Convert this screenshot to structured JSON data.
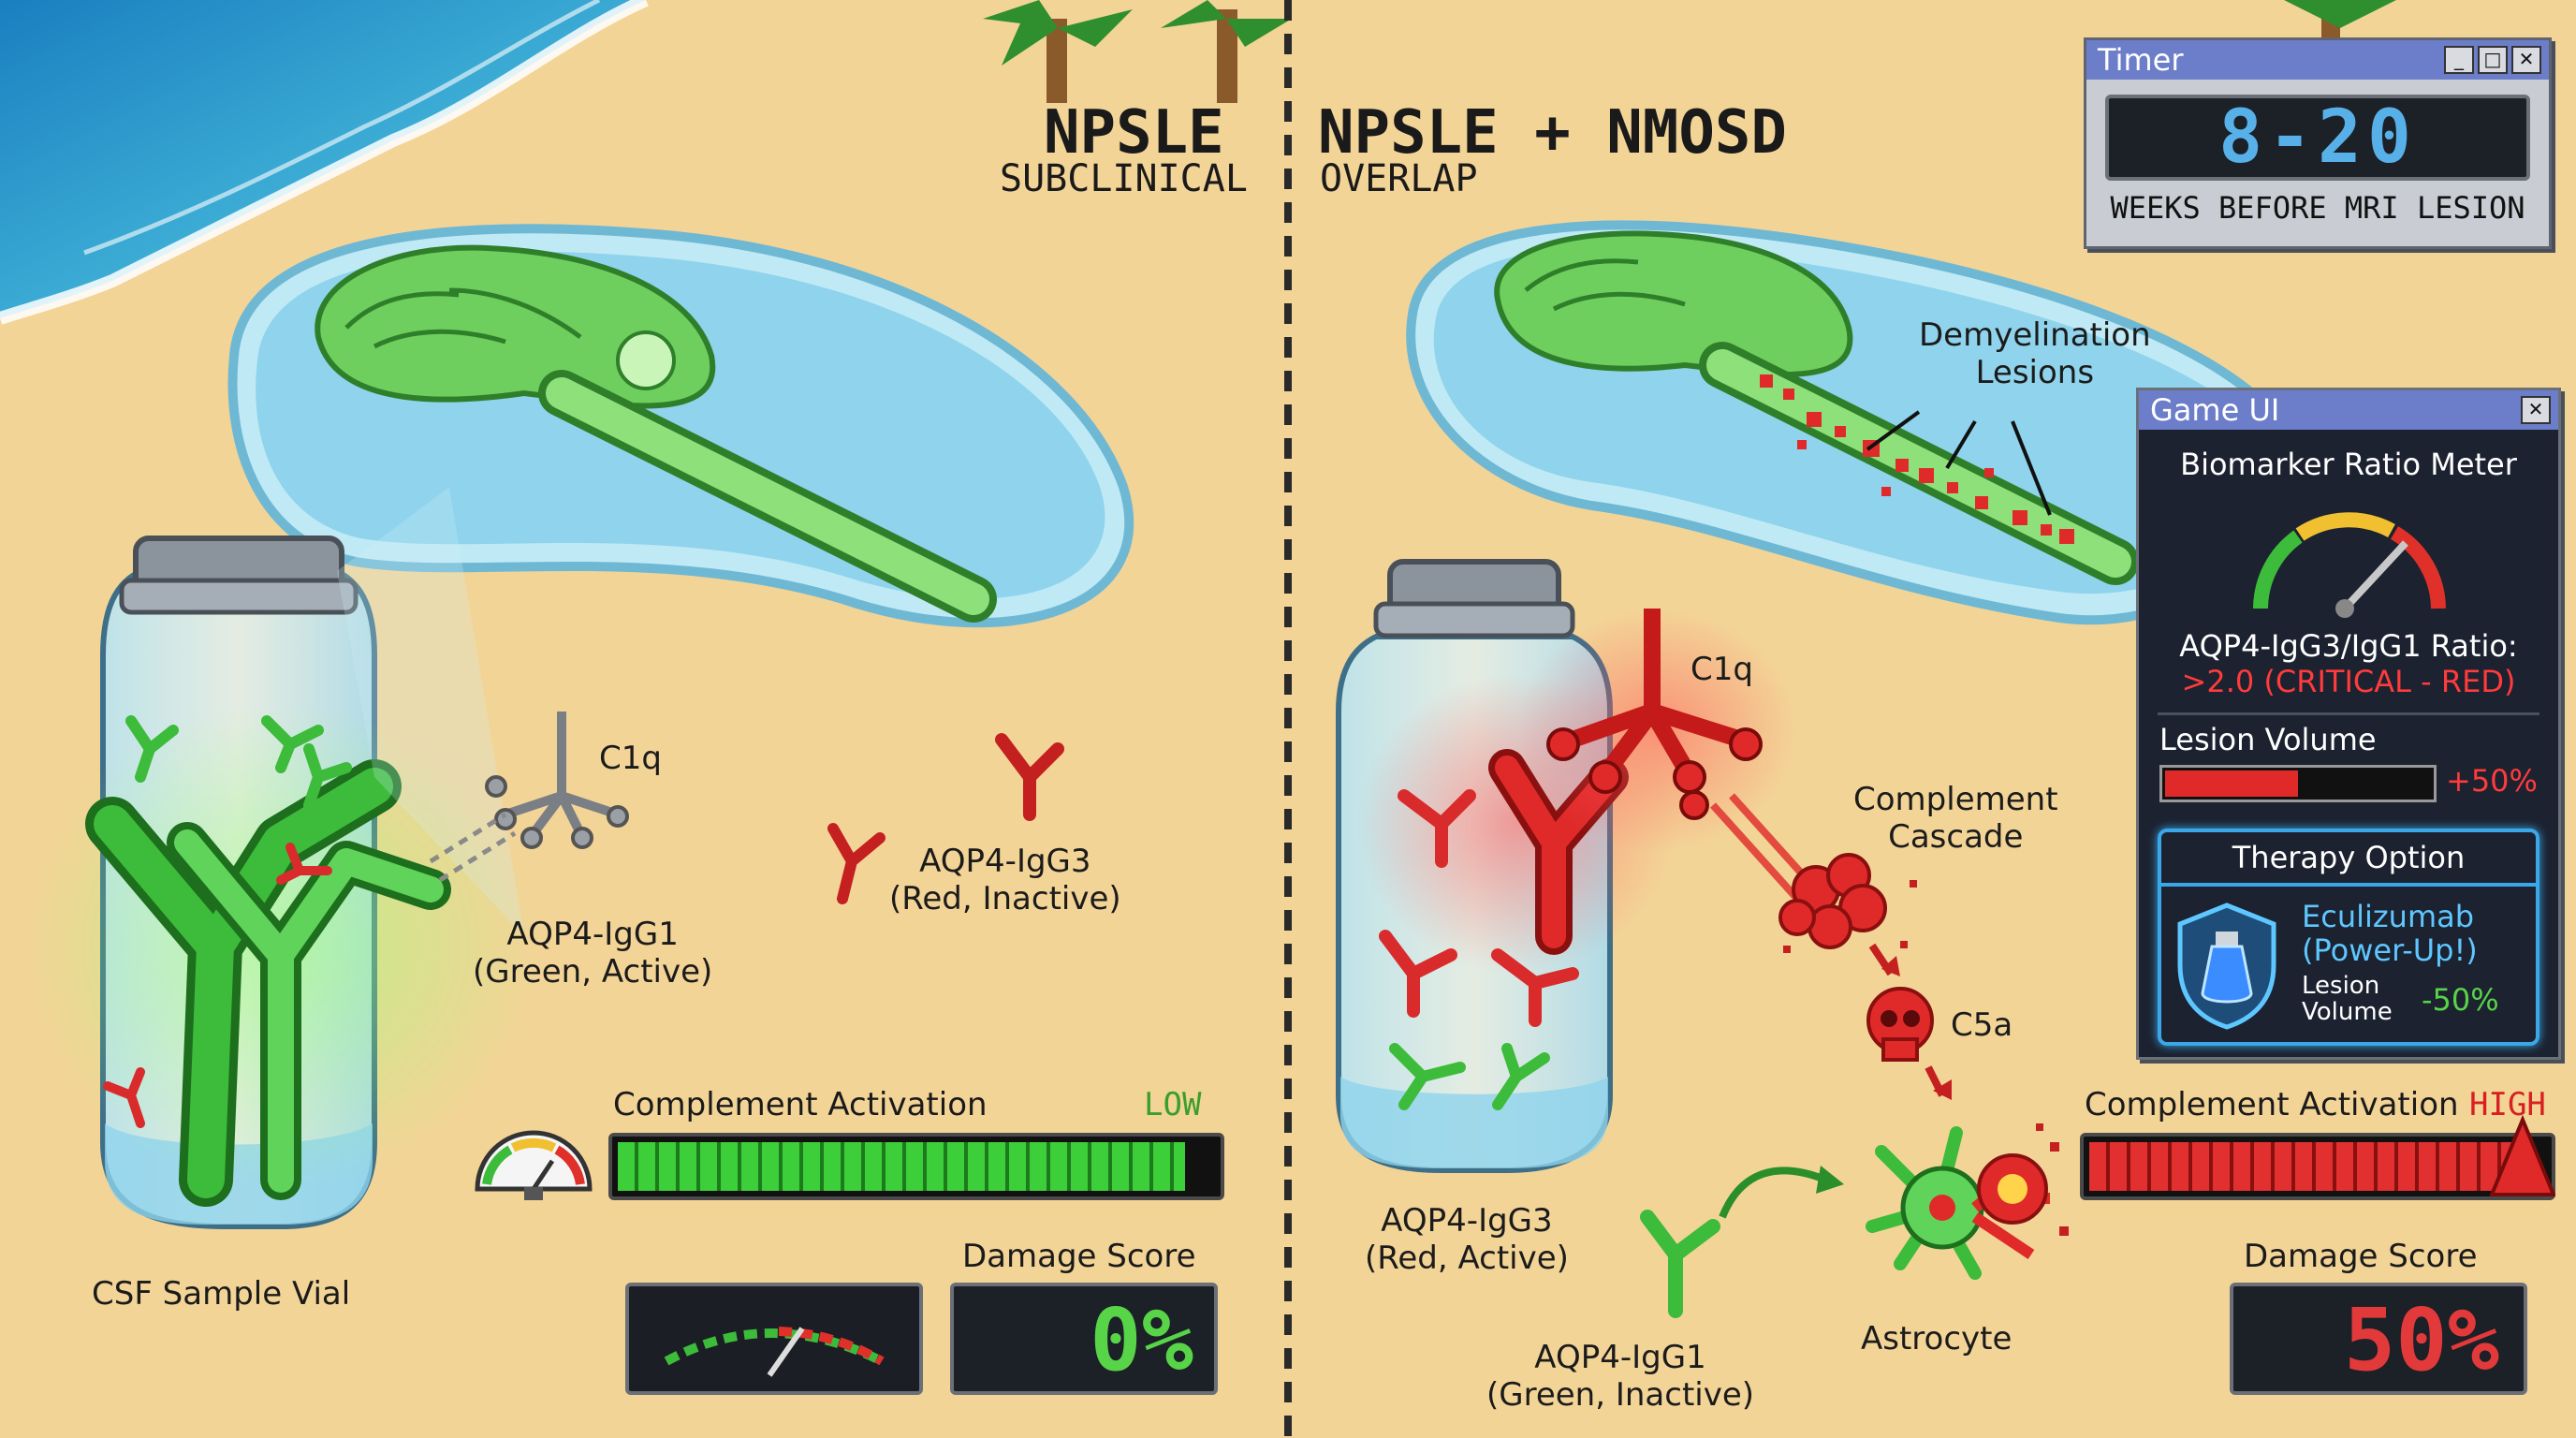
{
  "left_panel": {
    "title": "NPSLE",
    "subtitle": "SUBCLINICAL",
    "labels": {
      "c1q": "C1q",
      "igg1": [
        "AQP4-IgG1",
        "(Green, Active)"
      ],
      "igg3": [
        "AQP4-IgG3",
        "(Red, Inactive)"
      ],
      "vial": "CSF Sample Vial"
    },
    "complement": {
      "label": "Complement Activation",
      "level": "LOW",
      "fill_fraction": 0.95
    },
    "damage": {
      "label": "Damage Score",
      "value": "0%"
    }
  },
  "right_panel": {
    "title": "NPSLE + NMOSD",
    "subtitle": "OVERLAP",
    "labels": {
      "c1q": "C1q",
      "lesions": [
        "Demyelination",
        "Lesions"
      ],
      "cascade": [
        "Complement",
        "Cascade"
      ],
      "c5a": "C5a",
      "igg3": [
        "AQP4-IgG3",
        "(Red, Active)"
      ],
      "igg1": [
        "AQP4-IgG1",
        "(Green, Inactive)"
      ],
      "astrocyte": "Astrocyte"
    },
    "complement": {
      "label": "Complement Activation",
      "level": "HIGH",
      "fill_fraction": 0.95
    },
    "damage": {
      "label": "Damage Score",
      "value": "50%"
    }
  },
  "timer_window": {
    "title": "Timer",
    "value": "8-20",
    "caption": "WEEKS BEFORE MRI LESION"
  },
  "game_ui": {
    "title": "Game UI",
    "meter_title": "Biomarker Ratio Meter",
    "ratio_label": "AQP4-IgG3/IgG1 Ratio:",
    "ratio_value": ">2.0 (CRITICAL - RED)",
    "lesion_label": "Lesion Volume",
    "lesion_delta": "+50%",
    "lesion_fraction": 0.5,
    "therapy_title": "Therapy Option",
    "therapy_name": [
      "Eculizumab",
      "(Power-Up!)"
    ],
    "therapy_effect_label": [
      "Lesion",
      "Volume"
    ],
    "therapy_effect_value": "-50%"
  },
  "colors": {
    "green": "#3dbb3a",
    "red": "#e02a2a",
    "sand": "#f3d497",
    "water": "#8fd3ec",
    "lcd_green": "#58d448",
    "lcd_red": "#e23a3a",
    "lcd_blue": "#58b0e8",
    "ui_title": "#6c7dc9"
  },
  "icons": [
    "close-icon",
    "minimize-icon",
    "maximize-icon",
    "skull-icon",
    "potion-icon",
    "gauge-icon",
    "palm-tree-icon"
  ]
}
